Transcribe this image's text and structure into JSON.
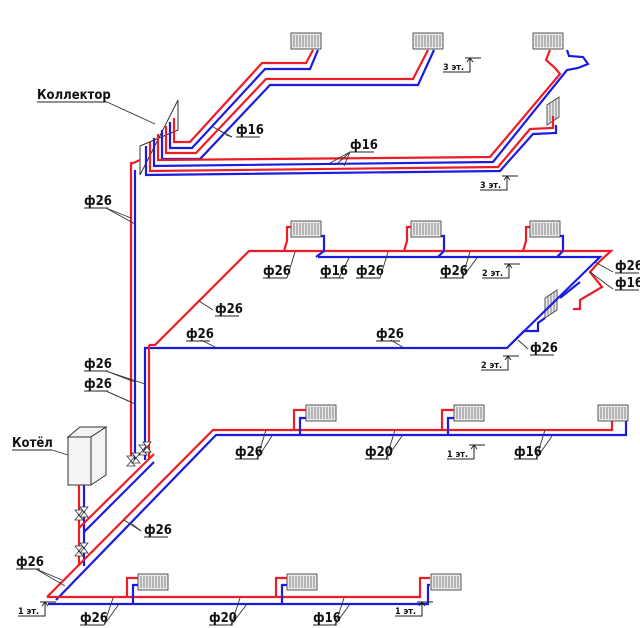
{
  "diagram": {
    "title": "Heating system isometric scheme",
    "colors": {
      "supply": "#ee1c24",
      "return": "#1c1ce0",
      "ink": "#111111"
    },
    "components": {
      "collector_label": "Коллектор",
      "boiler_label": "Котёл"
    },
    "floors": {
      "floor3": "3 эт.",
      "floor2": "2 эт.",
      "floor1": "1 эт."
    },
    "floor_marks": [
      {
        "id": "f3-top",
        "text": "3 эт."
      },
      {
        "id": "f3-bottom",
        "text": "3 эт."
      },
      {
        "id": "f2-top",
        "text": "2 эт."
      },
      {
        "id": "f2-bottom",
        "text": "2 эт."
      },
      {
        "id": "f1-middle",
        "text": "1 эт."
      },
      {
        "id": "f1-left",
        "text": "1 эт."
      },
      {
        "id": "f1-right",
        "text": "1 эт."
      }
    ],
    "pipe_labels": [
      {
        "id": "collector-upper",
        "text": "ф16"
      },
      {
        "id": "collector-lower",
        "text": "ф16"
      },
      {
        "id": "riser-main",
        "text": "ф26"
      },
      {
        "id": "f2-rear-1",
        "text": "ф26"
      },
      {
        "id": "f2-rear-2",
        "text": "ф16"
      },
      {
        "id": "f2-rear-3",
        "text": "ф26"
      },
      {
        "id": "f2-rear-4",
        "text": "ф26"
      },
      {
        "id": "f2-right-1",
        "text": "ф26"
      },
      {
        "id": "f2-right-2",
        "text": "ф16"
      },
      {
        "id": "f2-diag",
        "text": "ф26"
      },
      {
        "id": "f2-front-left",
        "text": "ф26"
      },
      {
        "id": "f2-front-mid",
        "text": "ф26"
      },
      {
        "id": "f2-front-right",
        "text": "ф26"
      },
      {
        "id": "riser-a",
        "text": "ф26"
      },
      {
        "id": "riser-b",
        "text": "ф26"
      },
      {
        "id": "f1-rear-1",
        "text": "ф26"
      },
      {
        "id": "f1-rear-2",
        "text": "ф20"
      },
      {
        "id": "f1-rear-3",
        "text": "ф16"
      },
      {
        "id": "f1-diag",
        "text": "ф26"
      },
      {
        "id": "f1-left-diag",
        "text": "ф26"
      },
      {
        "id": "f1-front-1",
        "text": "ф26"
      },
      {
        "id": "f1-front-2",
        "text": "ф20"
      },
      {
        "id": "f1-front-3",
        "text": "ф16"
      }
    ],
    "radiators": {
      "floor3": 4,
      "floor2": 4,
      "floor1": 6
    }
  }
}
